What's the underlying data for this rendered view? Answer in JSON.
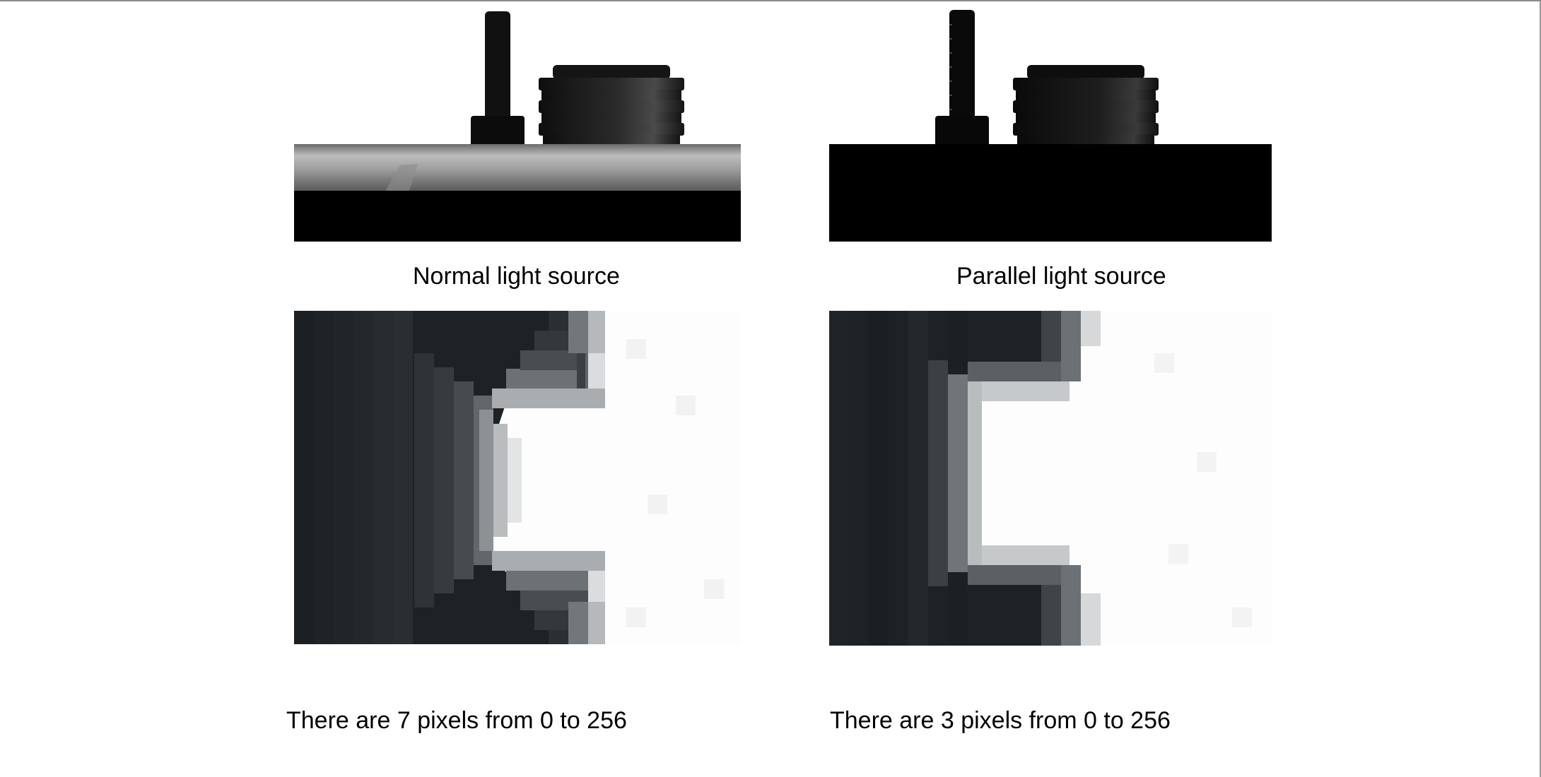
{
  "figures": {
    "normal_photo": {
      "caption": "Normal light source"
    },
    "parallel_photo": {
      "caption": "Parallel light source"
    },
    "normal_zoom": {
      "note": "There are 7 pixels from 0 to 256",
      "transition_pixels": 7
    },
    "parallel_zoom": {
      "note": "There are 3 pixels from 0 to 256",
      "transition_pixels": 3
    }
  },
  "colors": {
    "dark_object": "#1f2224",
    "bright_background": "#fdfdfd",
    "caption_text": "#000000"
  }
}
